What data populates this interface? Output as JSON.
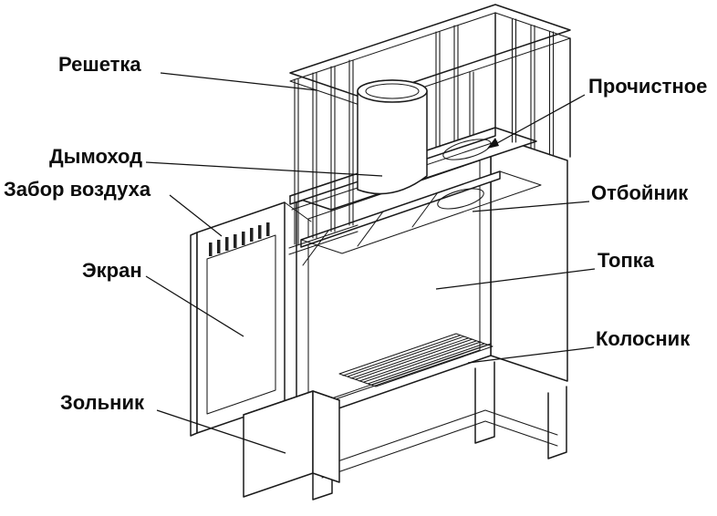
{
  "figure": {
    "kind": "exploded-technical-line-drawing",
    "language": "ru"
  },
  "labels": [
    {
      "id": "grate",
      "text": "Решетка"
    },
    {
      "id": "cleanout",
      "text": "Прочистное"
    },
    {
      "id": "chimney",
      "text": "Дымоход"
    },
    {
      "id": "air-intake",
      "text": "Забор воздуха"
    },
    {
      "id": "baffle",
      "text": "Отбойник"
    },
    {
      "id": "screen",
      "text": "Экран"
    },
    {
      "id": "firebox",
      "text": "Топка"
    },
    {
      "id": "grate-bars",
      "text": "Колосник"
    },
    {
      "id": "ash-pan",
      "text": "Зольник"
    }
  ],
  "colors": {
    "line": "#1a1a1a",
    "label_text": "#0d0d0d",
    "background": "#ffffff",
    "slot_fill": "#222222"
  }
}
